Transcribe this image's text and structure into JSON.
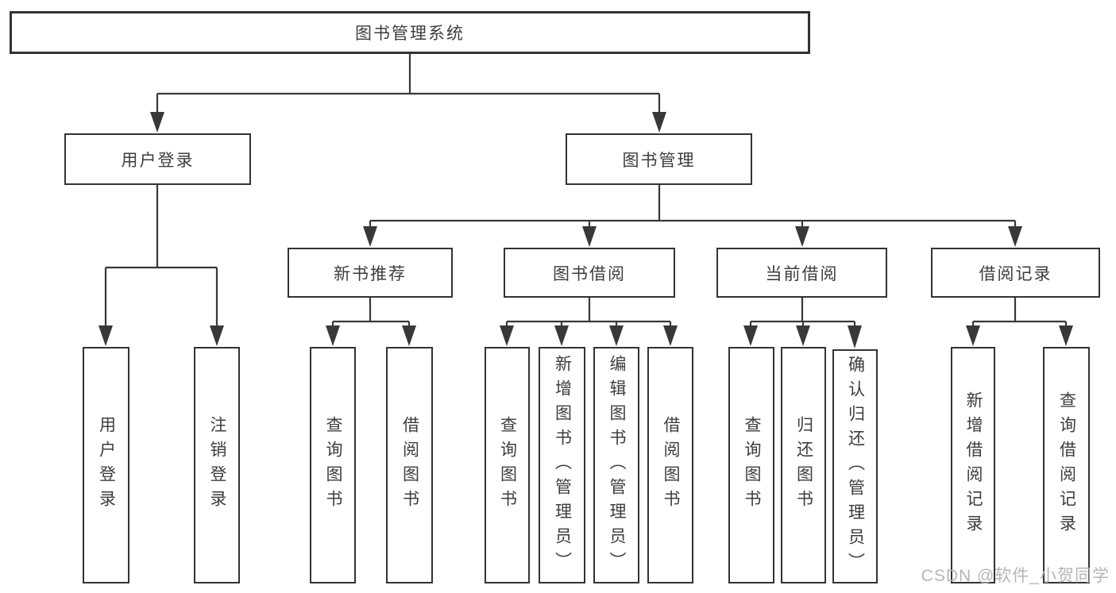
{
  "tree": {
    "label": "图书管理系统",
    "children": [
      {
        "label": "用户登录",
        "children": [
          {
            "label": "用户登录"
          },
          {
            "label": "注销登录"
          }
        ]
      },
      {
        "label": "图书管理",
        "children": [
          {
            "label": "新书推荐",
            "children": [
              {
                "label": "查询图书"
              },
              {
                "label": "借阅图书"
              }
            ]
          },
          {
            "label": "图书借阅",
            "children": [
              {
                "label": "查询图书"
              },
              {
                "label": "新增图书（管理员）"
              },
              {
                "label": "编辑图书（管理员）"
              },
              {
                "label": "借阅图书"
              }
            ]
          },
          {
            "label": "当前借阅",
            "children": [
              {
                "label": "查询图书"
              },
              {
                "label": "归还图书"
              },
              {
                "label": "确认归还（管理员）"
              }
            ]
          },
          {
            "label": "借阅记录",
            "children": [
              {
                "label": "新增借阅记录"
              },
              {
                "label": "查询借阅记录"
              }
            ]
          }
        ]
      }
    ]
  },
  "watermark": "CSDN @软件_小贺同学",
  "colors": {
    "line": "#383838",
    "box_border": "#333333",
    "text": "#3d3d3d",
    "watermark": "#b2b2b2"
  }
}
